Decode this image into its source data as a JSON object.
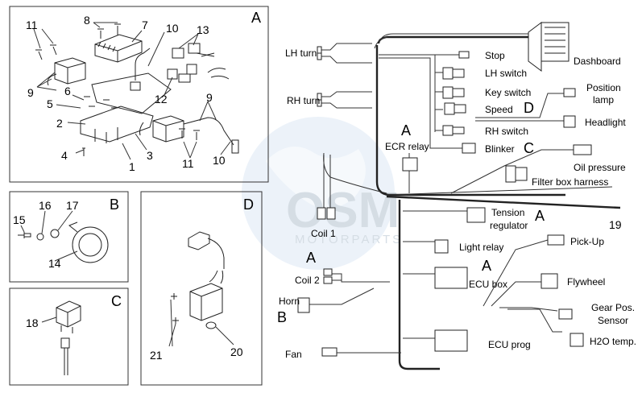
{
  "sections": {
    "a": "A",
    "b": "B",
    "c": "C",
    "d": "D"
  },
  "part_numbers": {
    "n1": "1",
    "n2": "2",
    "n3": "3",
    "n4": "4",
    "n5": "5",
    "n6": "6",
    "n7": "7",
    "n8": "8",
    "n9": "9",
    "n10": "10",
    "n11": "11",
    "n12": "12",
    "n13": "13",
    "n14": "14",
    "n15": "15",
    "n16": "16",
    "n17": "17",
    "n18": "18",
    "n19": "19",
    "n20": "20",
    "n21": "21"
  },
  "harness_labels": {
    "lh_turn": "LH turn",
    "rh_turn": "RH turn",
    "stop": "Stop",
    "lh_switch": "LH switch",
    "key_switch": "Key switch",
    "speed": "Speed",
    "rh_switch": "RH switch",
    "blinker": "Blinker",
    "dashboard": "Dashboard",
    "position_lamp_1": "Position",
    "position_lamp_2": "lamp",
    "headlight": "Headlight",
    "oil_pressure": "Oil pressure",
    "filter_box_harness": "Filter box harness",
    "ecr_relay": "ECR relay",
    "coil_1": "Coil 1",
    "coil_2": "Coil 2",
    "horn": "Horn",
    "fan": "Fan",
    "tension_regulator_1": "Tension",
    "tension_regulator_2": "regulator",
    "light_relay": "Light relay",
    "ecu_box": "ECU box",
    "ecu_prog": "ECU prog",
    "pick_up": "Pick-Up",
    "flywheel": "Flywheel",
    "gear_pos_1": "Gear Pos.",
    "gear_pos_2": "Sensor",
    "h2o_temp": "H2O temp."
  },
  "harness_section_refs": {
    "ecr_relay_ref": "A",
    "coil_2_ref": "A",
    "horn_ref": "B",
    "blinker_ref": "C",
    "position_lamp_ref": "D",
    "tension_regulator_ref": "A",
    "ecu_box_ref": "A"
  },
  "watermark": {
    "brand": "OSM",
    "sub": "MOTORPARTS"
  }
}
